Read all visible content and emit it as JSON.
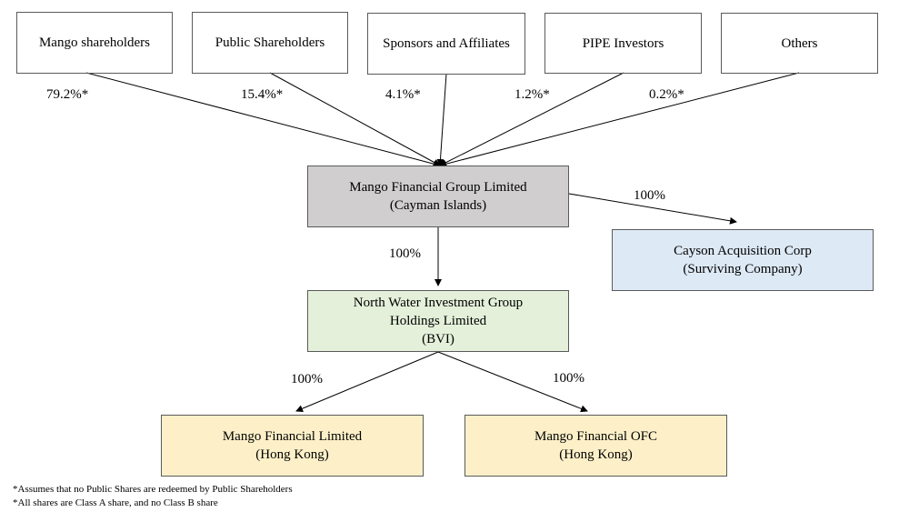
{
  "shareholders": [
    {
      "label": "Mango shareholders",
      "pct": "79.2%*"
    },
    {
      "label": "Public Shareholders",
      "pct": "15.4%*"
    },
    {
      "label": "Sponsors and Affiliates",
      "pct": "4.1%*"
    },
    {
      "label": "PIPE Investors",
      "pct": "1.2%*"
    },
    {
      "label": "Others",
      "pct": "0.2%*"
    }
  ],
  "parent": {
    "line1": "Mango Financial Group Limited",
    "line2": "(Cayman Islands)",
    "color": "#d0cece"
  },
  "cayson": {
    "line1": "Cayson Acquisition Corp",
    "line2": "(Surviving Company)",
    "pct": "100%",
    "color": "#dde9f5"
  },
  "north_water": {
    "line1": "North Water Investment Group",
    "line2": "Holdings Limited",
    "line3": "(BVI)",
    "pct": "100%",
    "color": "#e4f0da"
  },
  "subsidiaries": [
    {
      "line1": "Mango Financial Limited",
      "line2": "(Hong Kong)",
      "pct": "100%"
    },
    {
      "line1": "Mango Financial OFC",
      "line2": "(Hong Kong)",
      "pct": "100%"
    }
  ],
  "subsidiary_color": "#fdf0c8",
  "footnotes": [
    "*Assumes that no Public Shares are redeemed by Public Shareholders",
    "*All shares are Class A share, and no Class B share"
  ]
}
